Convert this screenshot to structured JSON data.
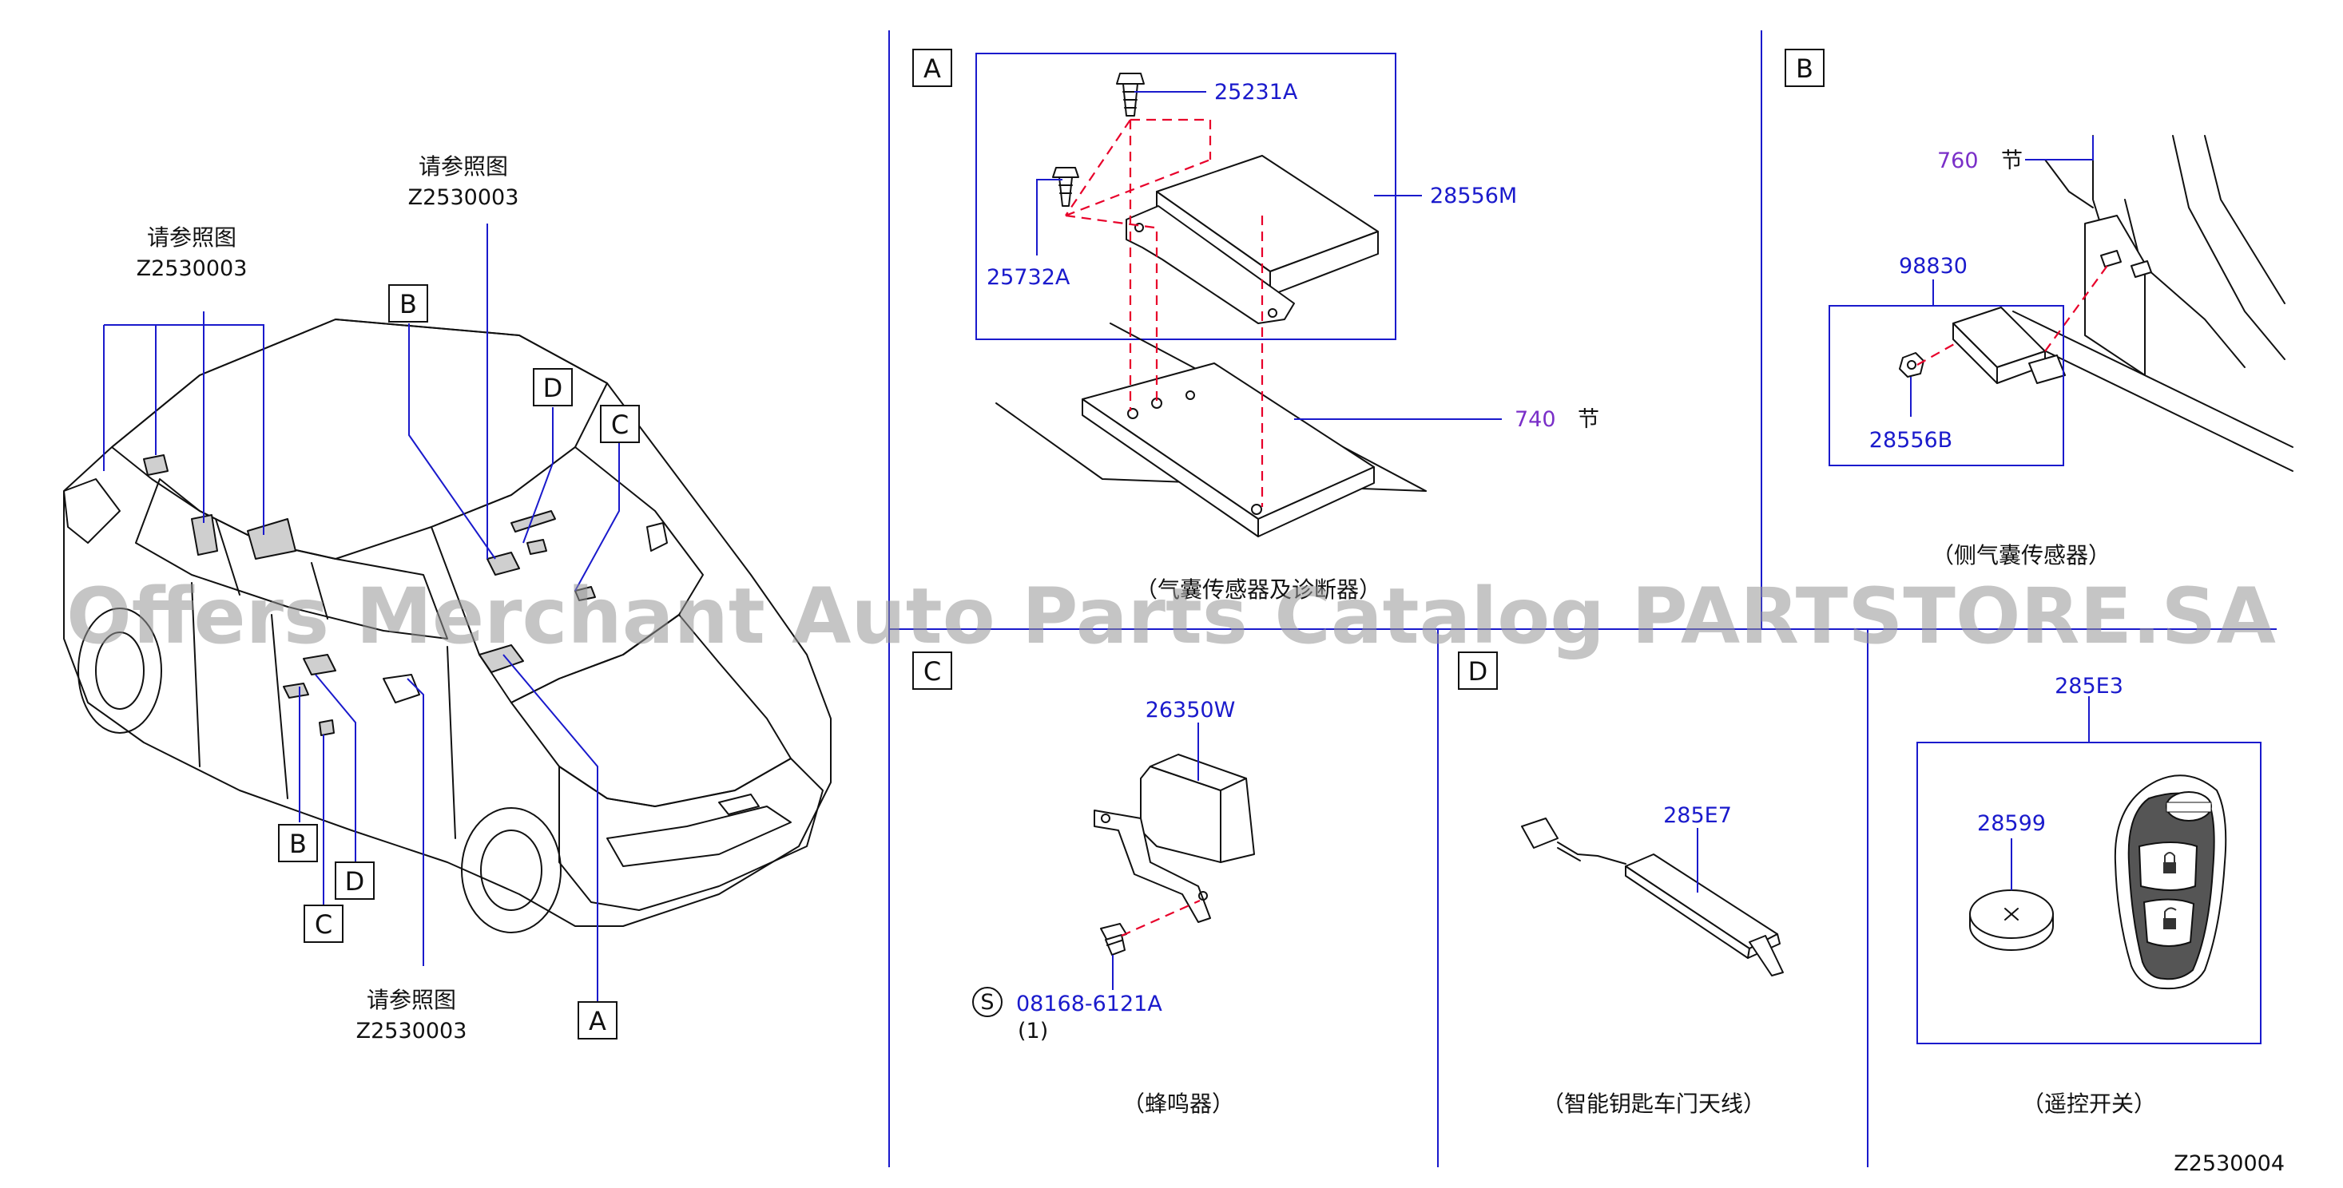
{
  "diagram": {
    "drawing_code": "Z2530004",
    "watermark": "Offers Merchant Auto Parts Catalog PARTSTORE.SA",
    "overview": {
      "refs": [
        {
          "text_cn": "请参照图",
          "code": "Z2530003"
        },
        {
          "text_cn": "请参照图",
          "code": "Z2530003"
        },
        {
          "text_cn": "请参照图",
          "code": "Z2530003"
        }
      ],
      "tags": [
        "A",
        "B",
        "C",
        "D",
        "B",
        "D",
        "C"
      ]
    },
    "panels": {
      "A": {
        "tag": "A",
        "caption": "（气囊传感器及诊断器）",
        "parts": [
          "25231A",
          "28556M",
          "25732A",
          "740"
        ],
        "note_suffix": "节"
      },
      "B": {
        "tag": "B",
        "caption": "（侧气囊传感器）",
        "parts": [
          "760",
          "98830",
          "28556B"
        ],
        "note_suffix": "节"
      },
      "C": {
        "tag": "C",
        "caption": "（蜂鸣器）",
        "parts": [
          "26350W",
          "08168-6121A"
        ],
        "qty": "(1)",
        "symbol": "S"
      },
      "D": {
        "tag": "D",
        "caption": "（智能钥匙车门天线）",
        "parts": [
          "285E7"
        ]
      },
      "E": {
        "caption": "（遥控开关）",
        "parts": [
          "285E3",
          "28599"
        ]
      }
    },
    "colors": {
      "leader_blue": "#1a1acc",
      "ref_purple": "#7a2fc8",
      "dash_red": "#e8002a"
    }
  }
}
